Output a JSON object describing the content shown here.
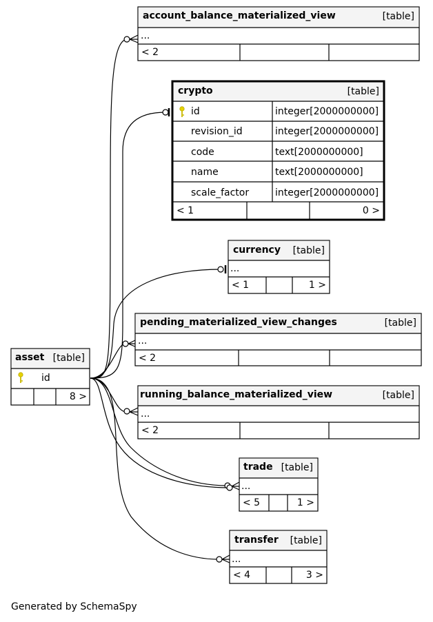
{
  "footer": "Generated by SchemaSpy",
  "type_label": "[table]",
  "tables": {
    "account_balance_materialized_view": {
      "name": "account_balance_materialized_view",
      "placeholder": "...",
      "footer": [
        "< 2",
        "",
        ""
      ]
    },
    "crypto": {
      "name": "crypto",
      "columns": [
        {
          "name": "id",
          "type": "integer[2000000000]",
          "key": true
        },
        {
          "name": "revision_id",
          "type": "integer[2000000000]"
        },
        {
          "name": "code",
          "type": "text[2000000000]"
        },
        {
          "name": "name",
          "type": "text[2000000000]"
        },
        {
          "name": "scale_factor",
          "type": "integer[2000000000]"
        }
      ],
      "footer": [
        "< 1",
        "",
        "0 >"
      ]
    },
    "currency": {
      "name": "currency",
      "placeholder": "...",
      "footer": [
        "< 1",
        "",
        "1 >"
      ]
    },
    "pending_materialized_view_changes": {
      "name": "pending_materialized_view_changes",
      "placeholder": "...",
      "footer": [
        "< 2",
        "",
        ""
      ]
    },
    "asset": {
      "name": "asset",
      "columns": [
        {
          "name": "id",
          "key": true
        }
      ],
      "footer": [
        "",
        "",
        "8 >"
      ]
    },
    "running_balance_materialized_view": {
      "name": "running_balance_materialized_view",
      "placeholder": "...",
      "footer": [
        "< 2",
        "",
        ""
      ]
    },
    "trade": {
      "name": "trade",
      "placeholder": "...",
      "footer": [
        "< 5",
        "",
        "1 >"
      ]
    },
    "transfer": {
      "name": "transfer",
      "placeholder": "...",
      "footer": [
        "< 4",
        "",
        "3 >"
      ]
    }
  }
}
